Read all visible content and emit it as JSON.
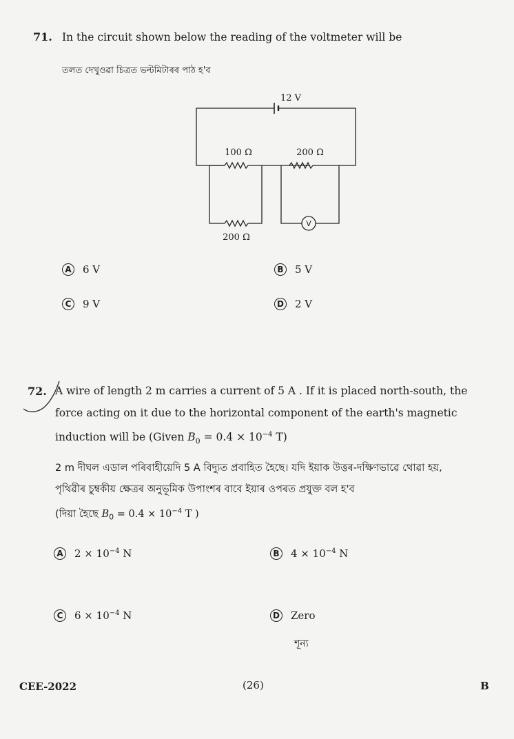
{
  "q71": {
    "number": "71.",
    "text": "In the circuit shown below the reading of the voltmeter will be",
    "text_as": "তলত দেখুওৱা চিত্ৰত ভল্টমিটাৰৰ পাঠ হ'ব",
    "circuit": {
      "battery_label": "12 V",
      "r_top_left": "100 Ω",
      "r_top_right": "200 Ω",
      "r_bottom": "200 Ω",
      "meter_symbol": "V"
    },
    "options": [
      {
        "letter": "A",
        "value": "6 V"
      },
      {
        "letter": "B",
        "value": "5 V"
      },
      {
        "letter": "C",
        "value": "9 V"
      },
      {
        "letter": "D",
        "value": "2 V"
      }
    ]
  },
  "q72": {
    "number": "72.",
    "line1": "A wire of length  2 m  carries a current of  5 A . If it is placed north-south, the",
    "line2": "force acting on it due to the horizontal component of the earth's magnetic",
    "line3_pre": "induction will be (Given ",
    "b_symbol": "B",
    "b_sub": "0",
    "eq_mid": " = 0.4 × 10",
    "exp": "−4",
    "unit_close": " T)",
    "as_line1": "2 m  দীঘল এডাল পৰিবাহীয়েদি  5 A  বিদ্যুত প্ৰবাহিত হৈছে। যদি ইয়াক উত্তৰ-দক্ষিণভাৱে থোৱা হয়,",
    "as_line2": "পৃথিৱীৰ  চুম্বকীয়  ক্ষেত্ৰৰ  অনুভূমিক  উপাংশৰ  বাবে  ইয়াৰ  ওপৰত  প্ৰযুক্ত  বল  হ'ব",
    "as_line3_pre": "(দিয়া হৈছে ",
    "as_unit_close": " T )",
    "options": [
      {
        "letter": "A",
        "mant": "2 × 10",
        "exp": "−4",
        "unit": " N"
      },
      {
        "letter": "B",
        "mant": "4 × 10",
        "exp": "−4",
        "unit": " N"
      },
      {
        "letter": "C",
        "mant": "6 × 10",
        "exp": "−4",
        "unit": " N"
      },
      {
        "letter": "D",
        "value": "Zero",
        "value_as": "শূন্য"
      }
    ]
  },
  "footer": {
    "left": "CEE-2022",
    "center": "(26)",
    "right": "B"
  }
}
